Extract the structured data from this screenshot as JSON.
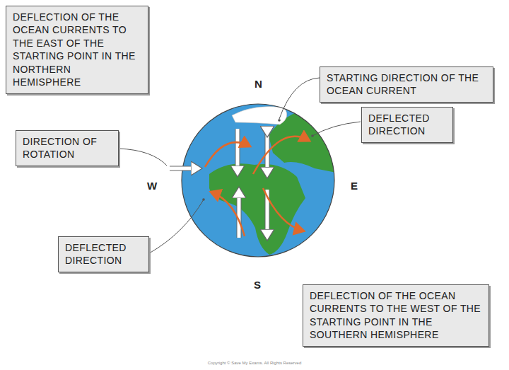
{
  "diagram": {
    "nodes": [
      {
        "text": [
          "DEFLECTION OF THE OCEAN CURRENTS TO THE EAST OF THE STARTING POINT IN THE NORTHERN HEMISPHERE"
        ]
      },
      {
        "text": [
          "STARTING DIRECTION OF THE OCEAN CURRENT"
        ]
      },
      {
        "text": [
          "DEFLECTED DIRECTION"
        ]
      },
      {
        "text": [
          "DIRECTION OF ROTATION"
        ]
      },
      {
        "text": [
          "DEFLECTED DIRECTION"
        ]
      },
      {
        "text": [
          "DEFLECTION OF THE OCEAN CURRENTS TO THE WEST OF THE STARTING POINT IN THE SOUTHERN HEMISPHERE"
        ]
      }
    ],
    "labels": [
      "N",
      "S",
      "W",
      "E",
      "Copyright © Save My Exams. All Rights Reserved"
    ]
  }
}
